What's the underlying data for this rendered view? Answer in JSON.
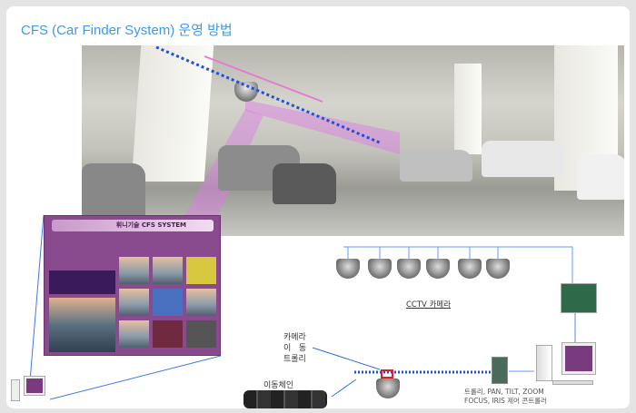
{
  "title": "CFS (Car Finder System) 운영 방법",
  "screen": {
    "header": "휘니기술 CFS SYSTEM"
  },
  "labels": {
    "cctv": "CCTV 카메라",
    "trolley": [
      "카메라",
      "이   동",
      "트롤리"
    ],
    "chain": "이동체인",
    "controller": [
      "트롤리, PAN, TILT, ZOOM",
      "FOCUS, IRIS 제어 콘트롤러"
    ]
  },
  "colors": {
    "title": "#3a9af0",
    "line": "#2f6fe8",
    "screen": "#8a4a8e"
  }
}
